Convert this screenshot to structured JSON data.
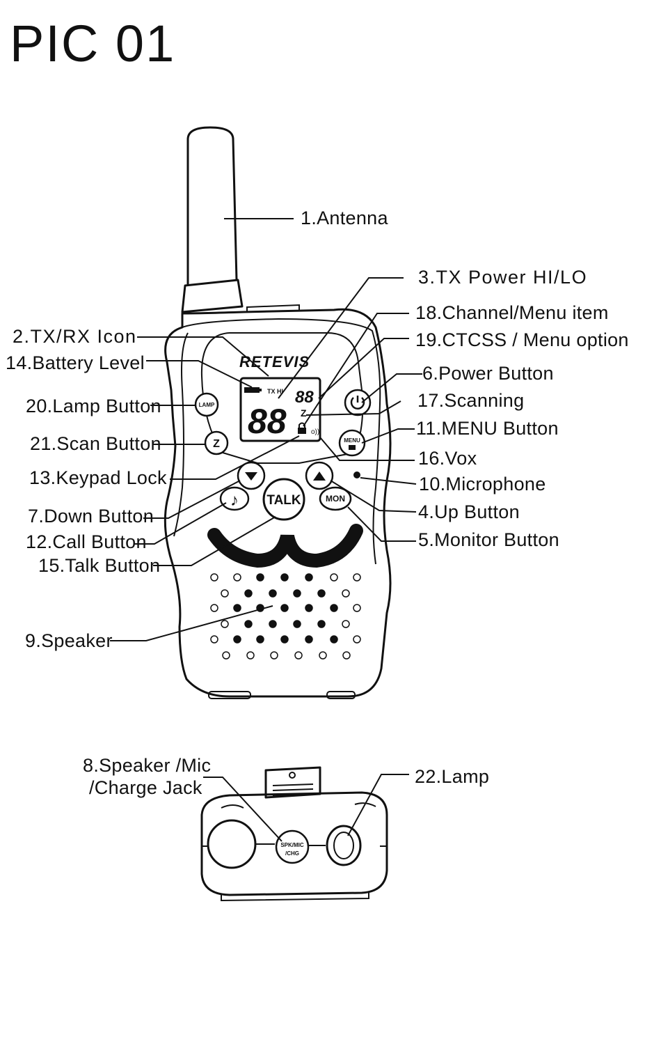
{
  "title": "PIC 01",
  "device": {
    "brand": "RETEVIS",
    "lcd_tx": "TX HI",
    "lcd_digits_big": "88",
    "lcd_digits_small": "88",
    "buttons": {
      "lamp": "LAMP",
      "menu": "MENU",
      "talk": "TALK",
      "mon": "MON"
    },
    "bottom_jack": "SPK/MIC",
    "bottom_jack_line2": "/CHG"
  },
  "labels": {
    "antenna": "1.Antenna",
    "tx_power": "3.TX Power HI/LO",
    "channel": "18.Channel/Menu item",
    "txrx_icon": "2.TX/RX Icon",
    "ctcss": "19.CTCSS / Menu option",
    "battery": "14.Battery Level",
    "power_button": "6.Power Button",
    "lamp_button": "20.Lamp Button",
    "scanning": "17.Scanning",
    "menu_button": "11.MENU  Button",
    "scan_button": "21.Scan Button",
    "vox": "16.Vox",
    "keypad_lock": "13.Keypad Lock",
    "microphone": "10.Microphone",
    "down_button": "7.Down Button",
    "up_button": "4.Up Button",
    "call_button": "12.Call Button",
    "monitor_button": "5.Monitor Button",
    "talk_button": "15.Talk Button",
    "speaker": "9.Speaker",
    "jack_line1": "8.Speaker /Mic",
    "jack_line2": "/Charge Jack",
    "lamp": "22.Lamp"
  }
}
